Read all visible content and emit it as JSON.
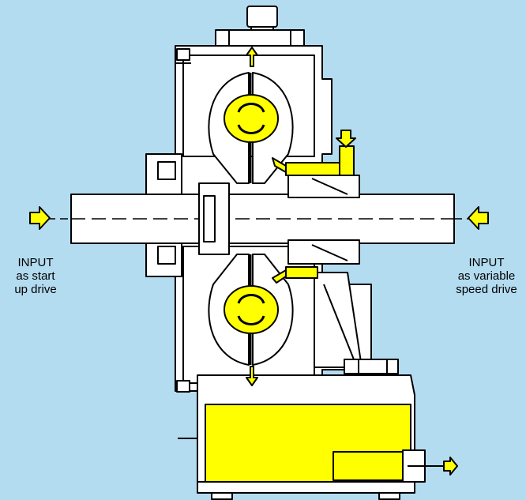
{
  "labels": {
    "left": [
      "INPUT",
      "as start",
      "up drive"
    ],
    "right": [
      "INPUT",
      "as variable",
      "speed drive"
    ]
  },
  "colors": {
    "background": "#b4dcf0",
    "housing": "#ffffff",
    "highlight": "#ffff00",
    "line": "#000000"
  },
  "icons": [
    "input-arrow-left-icon",
    "input-arrow-right-icon",
    "flow-arrow-up-icon",
    "flow-arrow-down-icon",
    "rotation-arrow-icon",
    "outlet-arrow-icon"
  ]
}
